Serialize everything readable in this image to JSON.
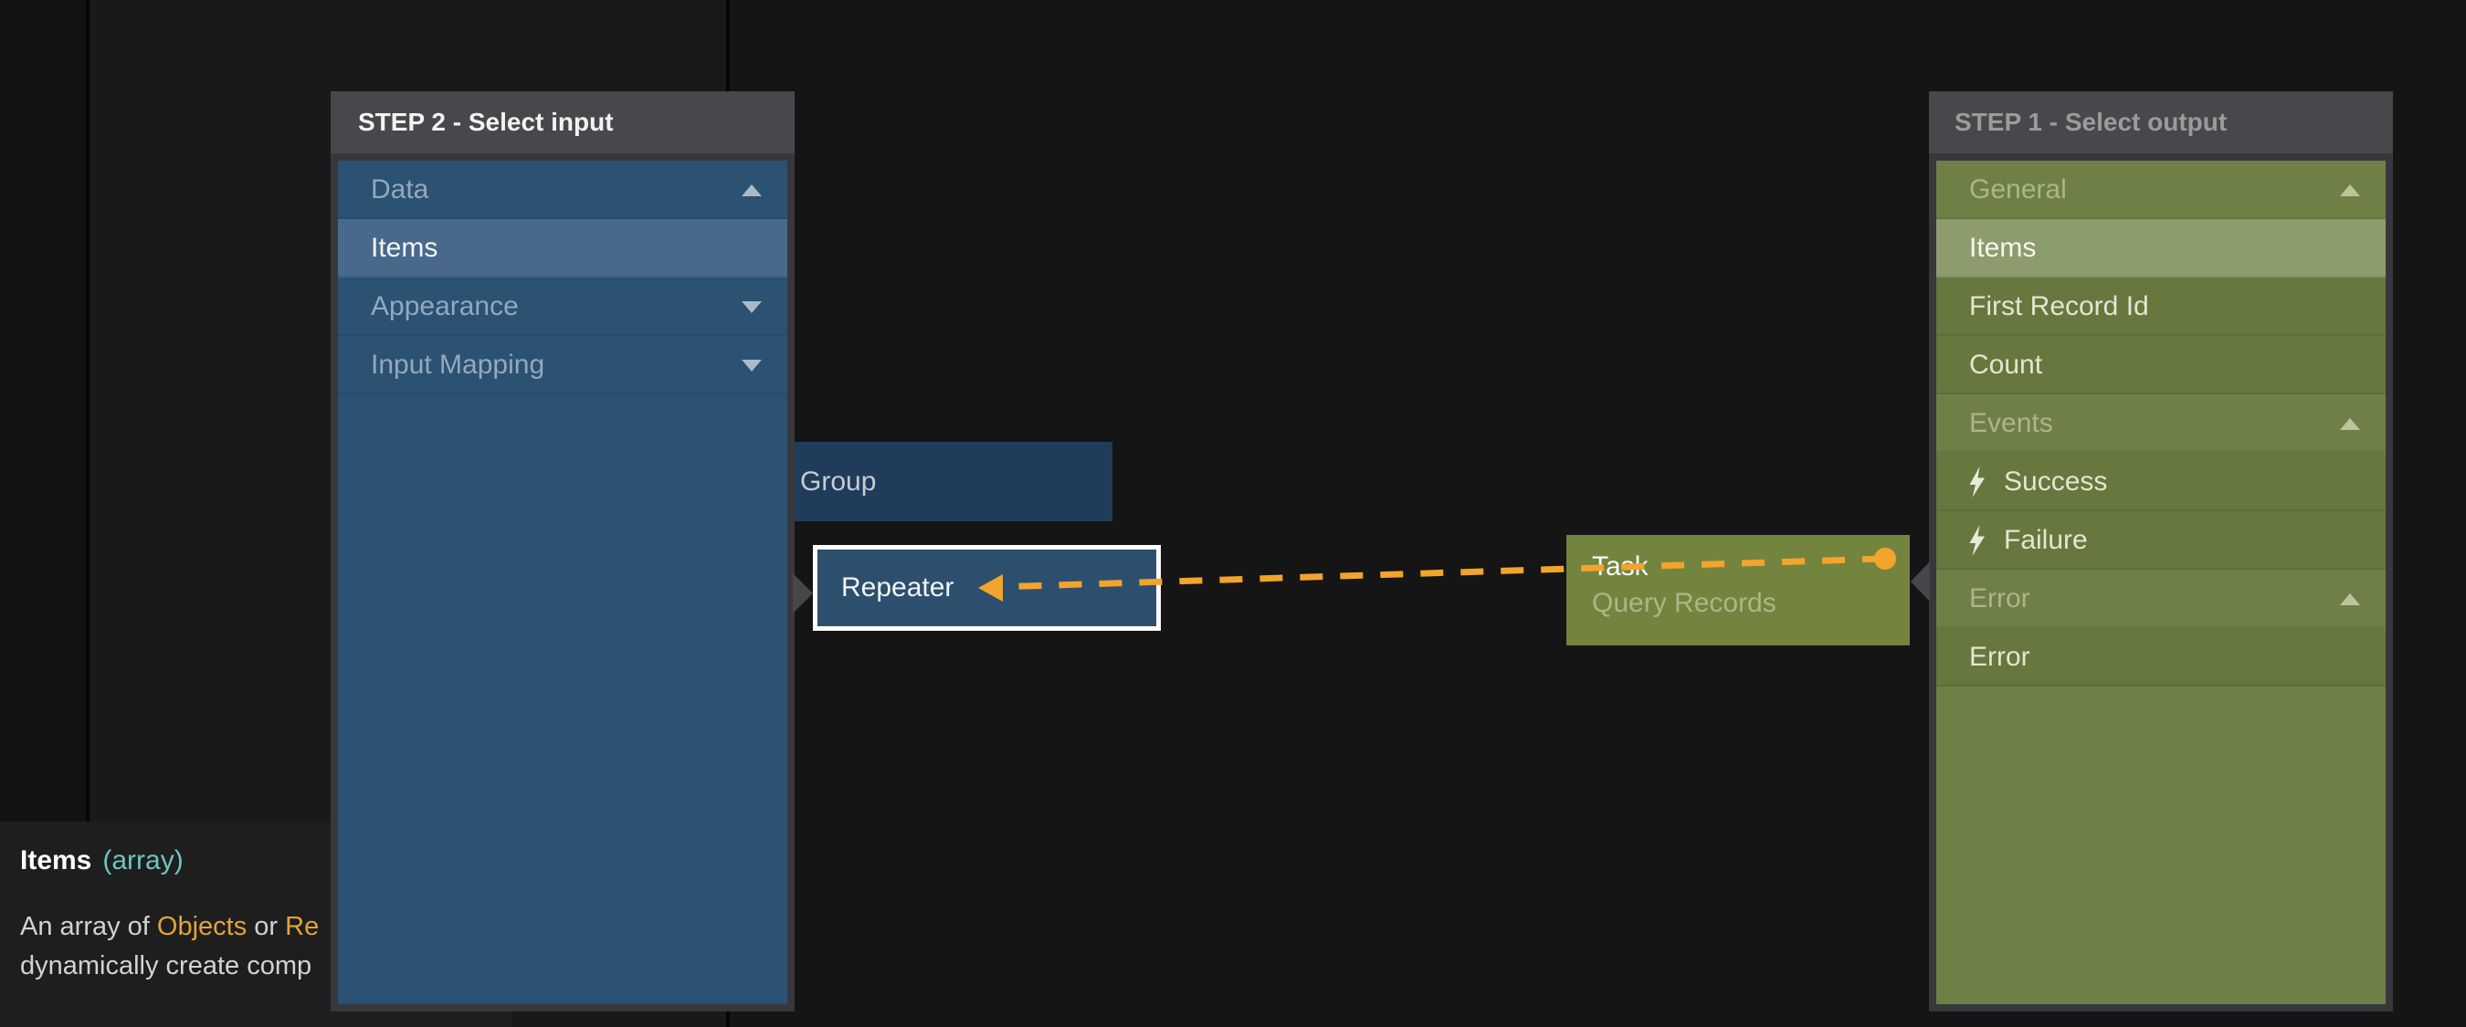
{
  "canvas": {
    "group_label": "Group",
    "repeater_label": "Repeater",
    "task": {
      "title": "Task",
      "subtitle": "Query Records"
    }
  },
  "left_panel": {
    "title": "STEP 2 - Select input",
    "rows": [
      {
        "label": "Data",
        "type": "section",
        "arrow": "up"
      },
      {
        "label": "Items",
        "type": "item",
        "selected": true
      },
      {
        "label": "Appearance",
        "type": "section",
        "arrow": "down"
      },
      {
        "label": "Input Mapping",
        "type": "section",
        "arrow": "down"
      }
    ]
  },
  "right_panel": {
    "title": "STEP 1 - Select output",
    "rows": [
      {
        "label": "General",
        "type": "section",
        "arrow": "up"
      },
      {
        "label": "Items",
        "type": "item",
        "selected": true
      },
      {
        "label": "First Record Id",
        "type": "item"
      },
      {
        "label": "Count",
        "type": "item"
      },
      {
        "label": "Events",
        "type": "section",
        "arrow": "up"
      },
      {
        "label": "Success",
        "type": "event",
        "icon": "lightning-icon"
      },
      {
        "label": "Failure",
        "type": "event",
        "icon": "lightning-icon"
      },
      {
        "label": "Error",
        "type": "section",
        "arrow": "up"
      },
      {
        "label": "Error",
        "type": "item"
      }
    ]
  },
  "tooltip": {
    "title": "Items",
    "type_annotation": "(array)",
    "desc": {
      "p1": "An array of ",
      "p2": "Objects",
      "p3": " or ",
      "p4": "Re",
      "line2": "dynamically create comp"
    }
  },
  "connection": {
    "from": "Task (Query Records) output",
    "to": "Repeater input",
    "style": "dashed-arrow"
  },
  "colors": {
    "accent_orange": "#f2a42c",
    "panel_frame_gray": "#47474b",
    "blue_panel_base": "#2b5173",
    "blue_selected": "#48698b",
    "green_panel_section": "#6e8046",
    "green_panel_item": "#66783e",
    "green_selected": "#8d9c6c",
    "task_green": "#73843f",
    "group_blue": "#1f3d5a",
    "repeater_blue": "#2d4f6e",
    "teal_type": "#6cc5bf",
    "tooltip_orange": "#e2a33b",
    "canvas_bg": "#151515"
  }
}
